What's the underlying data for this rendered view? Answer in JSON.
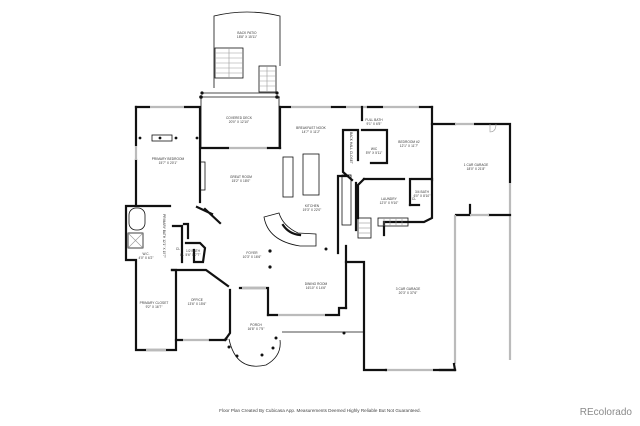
{
  "floor_plan": {
    "rooms": [
      {
        "id": "back-patio",
        "name": "BACK PATIO",
        "dims": "18'8\" X 15'11\""
      },
      {
        "id": "covered-deck",
        "name": "COVERED DECK",
        "dims": "20'0\" X 12'10\""
      },
      {
        "id": "primary-bedroom",
        "name": "PRIMARY BEDROOM",
        "dims": "15'7\" X 20'1\""
      },
      {
        "id": "breakfast-nook",
        "name": "BREAKFAST NOOK",
        "dims": "14'7\" X 11'2\""
      },
      {
        "id": "full-bath",
        "name": "FULL BATH",
        "dims": "9'1\" X 6'5\""
      },
      {
        "id": "bedroom-2",
        "name": "BEDROOM #2",
        "dims": "12'1\" X 11'7\""
      },
      {
        "id": "wic",
        "name": "WIC",
        "dims": "5'9\" X 5'11\""
      },
      {
        "id": "back-hall-closet",
        "name": "BACK HALL CLOSET",
        "dims": ""
      },
      {
        "id": "great-room",
        "name": "GREAT ROOM",
        "dims": "15'2\" X 18'0\""
      },
      {
        "id": "two-car-garage",
        "name": "1 CAR GARAGE",
        "dims": "18'0\" X 21'8\""
      },
      {
        "id": "kitchen",
        "name": "KITCHEN",
        "dims": "19'3\" X 22'0\""
      },
      {
        "id": "laundry",
        "name": "LAUNDRY",
        "dims": "12'0\" X 9'10\""
      },
      {
        "id": "three-quarter-bath",
        "name": "3/4 BATH",
        "dims": "6'0\" X 8'10\""
      },
      {
        "id": "primary-bath",
        "name": "PRIMARY BATH",
        "dims": "12'1\" X 15'7\""
      },
      {
        "id": "wc",
        "name": "W.C.",
        "dims": "4'0\" X 6'2\""
      },
      {
        "id": "half-bath",
        "name": "1/2 BATH",
        "dims": "5'6\" X 7'7\""
      },
      {
        "id": "foyer",
        "name": "FOYER",
        "dims": "10'3\" X 16'6\""
      },
      {
        "id": "dining-room",
        "name": "DINING ROOM",
        "dims": "16'10\" X 14'6\""
      },
      {
        "id": "primary-closet",
        "name": "PRIMARY CLOSET",
        "dims": "9'2\" X 16'7\""
      },
      {
        "id": "office",
        "name": "OFFICE",
        "dims": "13'6\" X 15'6\""
      },
      {
        "id": "porch",
        "name": "PORCH",
        "dims": "16'8\" X 7'5\""
      },
      {
        "id": "three-car-garage",
        "name": "3 CAR GARAGE",
        "dims": "20'3\" X 37'6\""
      }
    ],
    "closet_labels": [
      "CL",
      "CL",
      "CL"
    ]
  },
  "footer": {
    "disclaimer": "Floor Plan Created By Cubicasa App. Measurements Deemed Highly Reliable But Not Guaranteed.",
    "brand": "REcolorado"
  }
}
